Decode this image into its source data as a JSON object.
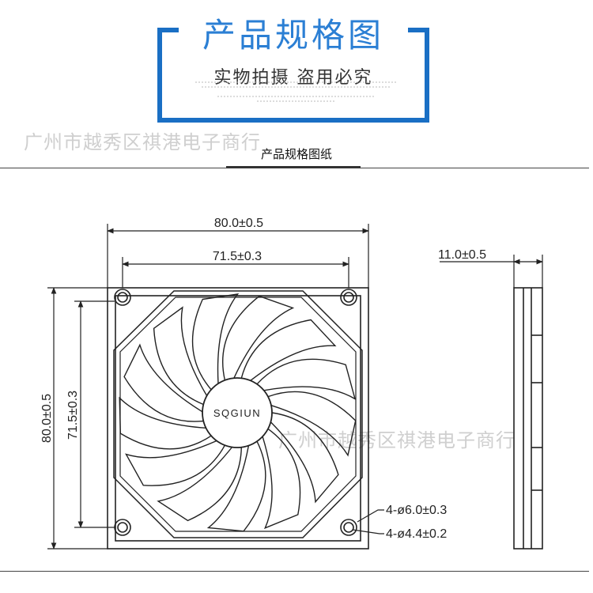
{
  "header": {
    "title": "产品规格图",
    "subtitle": "实物拍摄  盗用必究"
  },
  "watermark": "广州市越秀区祺港电子商行",
  "section_label": "产品规格图纸",
  "fan": {
    "brand": "SQGIUN",
    "blade_count": 13
  },
  "dimensions": {
    "outer_width": "80.0±0.5",
    "hole_spacing_width": "71.5±0.3",
    "outer_height": "80.0±0.5",
    "hole_spacing_height": "71.5±0.3",
    "thickness": "11.0±0.5",
    "outer_hole": "4-ø6.0±0.3",
    "inner_hole": "4-ø4.4±0.2"
  },
  "colors": {
    "title_blue": "#2b7fd4",
    "frame_blue": "#1a6fc4",
    "watermark": "#cfcfcf",
    "line": "#222222"
  }
}
